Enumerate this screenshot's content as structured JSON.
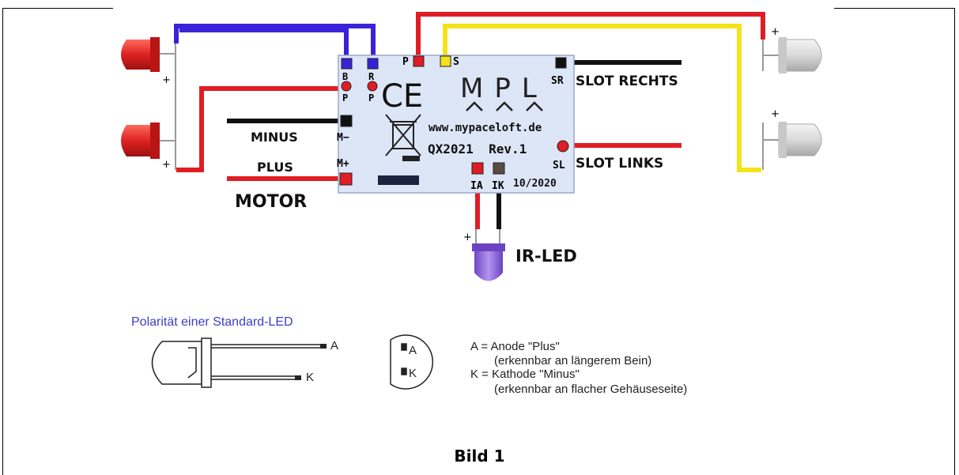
{
  "board": {
    "url": "www.mypaceloft.de",
    "model": "QX2021  Rev.1",
    "date": "10/2020",
    "logo": "MPL",
    "ce_mark": "CE",
    "pads": {
      "b": "B",
      "r": "R",
      "p1": "P",
      "p2": "P",
      "p3": "P",
      "s": "S",
      "sr": "SR",
      "sl": "SL",
      "m_minus": "M−",
      "m_plus": "M+",
      "ia": "IA",
      "ik": "IK"
    }
  },
  "labels": {
    "slot_rechts": "SLOT RECHTS",
    "slot_links": "SLOT LINKS",
    "minus": "MINUS",
    "plus": "PLUS",
    "motor": "MOTOR",
    "ir_led": "IR-LED",
    "plus_sign": "+"
  },
  "legend": {
    "title": "Polarität einer Standard-LED",
    "a": "A",
    "k": "K",
    "a_line": "A = Anode \"Plus\"",
    "a_note": "(erkennbar an längerem Bein)",
    "k_line": "K = Kathode \"Minus\"",
    "k_note": "(erkennbar an flacher Gehäuseseite)"
  },
  "caption": "Bild 1",
  "colors": {
    "wire_blue": "#3a22d8",
    "wire_red": "#e01d25",
    "wire_yellow": "#f4e21a",
    "wire_black": "#111111",
    "board": "#dde6f7",
    "led_red": "#dd2222",
    "ir_led": "#8f63d9",
    "legend_title": "#3d3dc8"
  }
}
